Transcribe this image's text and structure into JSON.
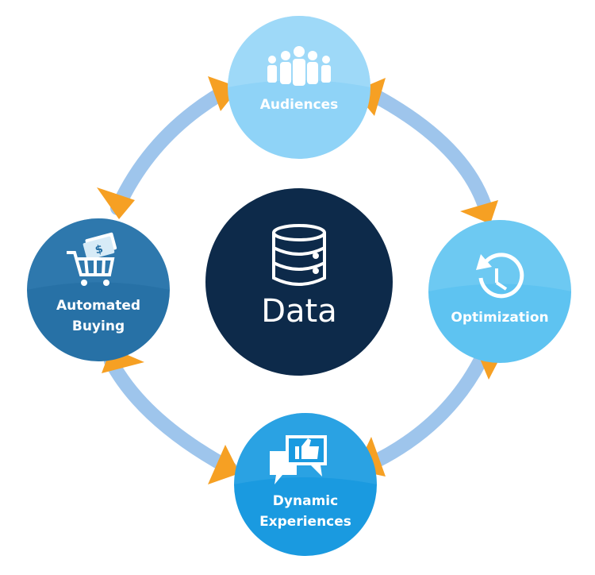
{
  "center": {
    "label": "Data",
    "icon": "database-icon"
  },
  "nodes": {
    "audiences": {
      "label": "Audiences",
      "icon": "people-group-icon"
    },
    "optimization": {
      "label": "Optimization",
      "icon": "clock-refresh-icon"
    },
    "dynamic": {
      "line1": "Dynamic",
      "line2": "Experiences",
      "icon": "chat-thumbs-up-icon"
    },
    "buying": {
      "line1": "Automated",
      "line2": "Buying",
      "icon": "shopping-cart-money-icon"
    }
  },
  "colors": {
    "center": "#0d2a4a",
    "audiences": "#8fd3f7",
    "optimization": "#5ec3f1",
    "dynamic": "#1a9ae0",
    "buying": "#2771a6",
    "arc": "#9ec5ec",
    "arrowhead": "#f6a023"
  }
}
